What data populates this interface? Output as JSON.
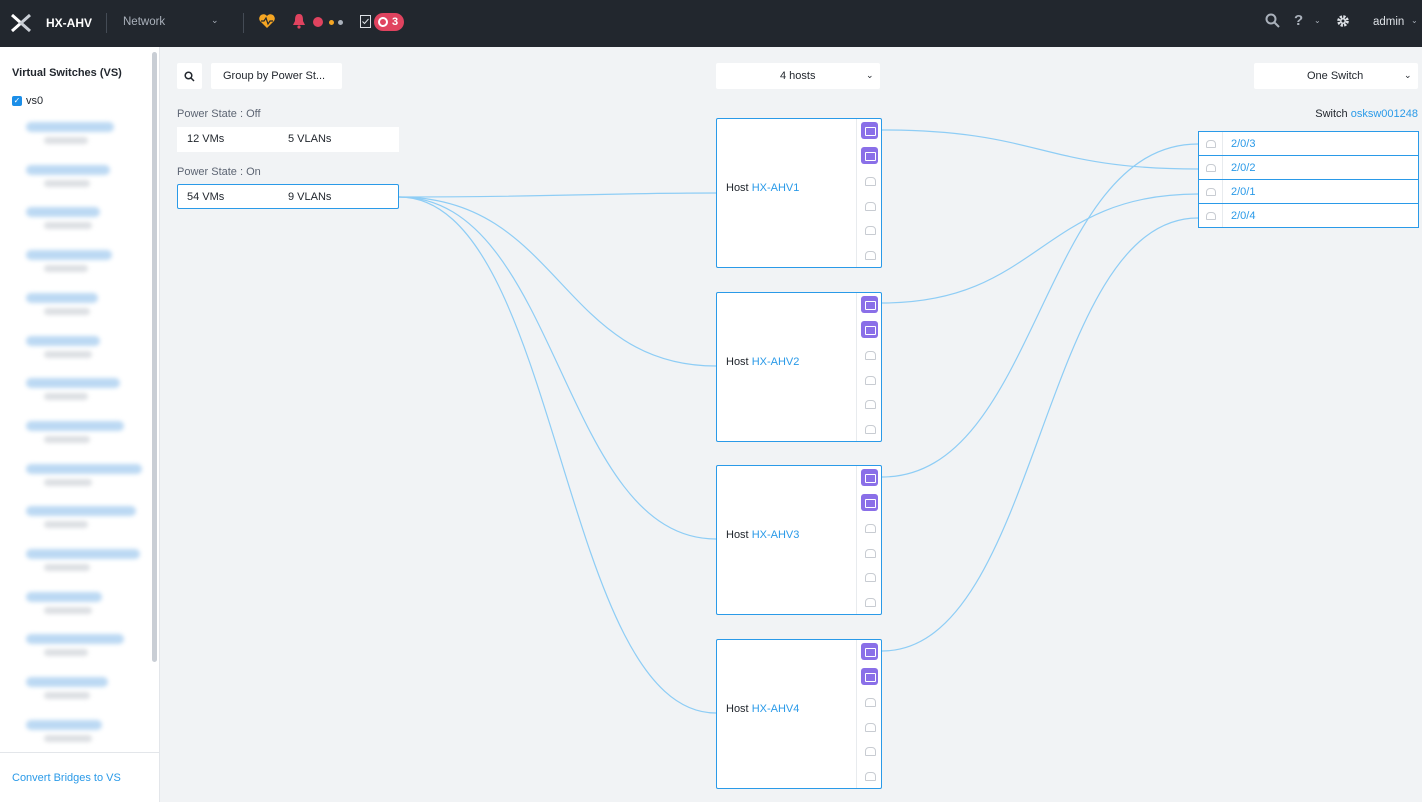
{
  "header": {
    "app_title": "HX-AHV",
    "nav": "Network",
    "alerts_count": "3",
    "user": "admin"
  },
  "sidebar": {
    "title": "Virtual Switches (VS)",
    "selected_switch": "vs0",
    "convert_link": "Convert Bridges to VS"
  },
  "toolbar": {
    "group_by": "Group by Power St...",
    "hosts": "4 hosts",
    "switch_view": "One Switch"
  },
  "power_states": [
    {
      "label": "Power State : Off",
      "vms": "12 VMs",
      "vlans": "5 VLANs"
    },
    {
      "label": "Power State : On",
      "vms": "54 VMs",
      "vlans": "9 VLANs"
    }
  ],
  "hosts": [
    {
      "prefix": "Host",
      "name": "HX-AHV1"
    },
    {
      "prefix": "Host",
      "name": "HX-AHV2"
    },
    {
      "prefix": "Host",
      "name": "HX-AHV3"
    },
    {
      "prefix": "Host",
      "name": "HX-AHV4"
    }
  ],
  "switch": {
    "prefix": "Switch",
    "name": "osksw001248",
    "ports": [
      "2/0/3",
      "2/0/2",
      "2/0/1",
      "2/0/4"
    ]
  },
  "colors": {
    "accent": "#2a9ae8",
    "nic_up": "#8a6fe8",
    "link_line": "#8ecdf5",
    "topbar": "#22272e"
  }
}
